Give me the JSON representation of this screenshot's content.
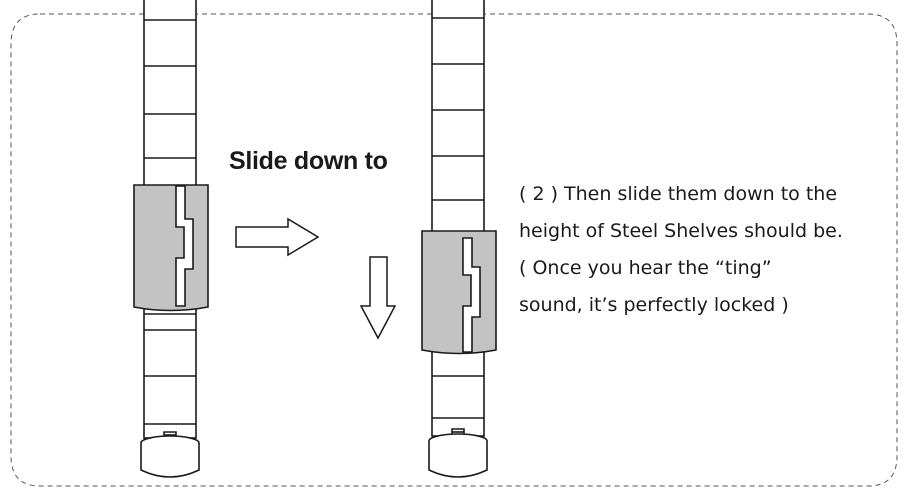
{
  "caption": {
    "title": "Slide down to"
  },
  "instruction": {
    "lines": [
      "( 2 ) Then slide them down to the",
      "height of Steel Shelves should be.",
      " ( Once you hear the “ting”",
      "sound, it’s perfectly locked )"
    ]
  },
  "icons": {
    "arrow_right": "arrow-right-icon",
    "arrow_down": "arrow-down-icon"
  },
  "colors": {
    "line": "#1a1a1a",
    "sleeve_fill": "#c3c3c3",
    "background": "#ffffff"
  }
}
